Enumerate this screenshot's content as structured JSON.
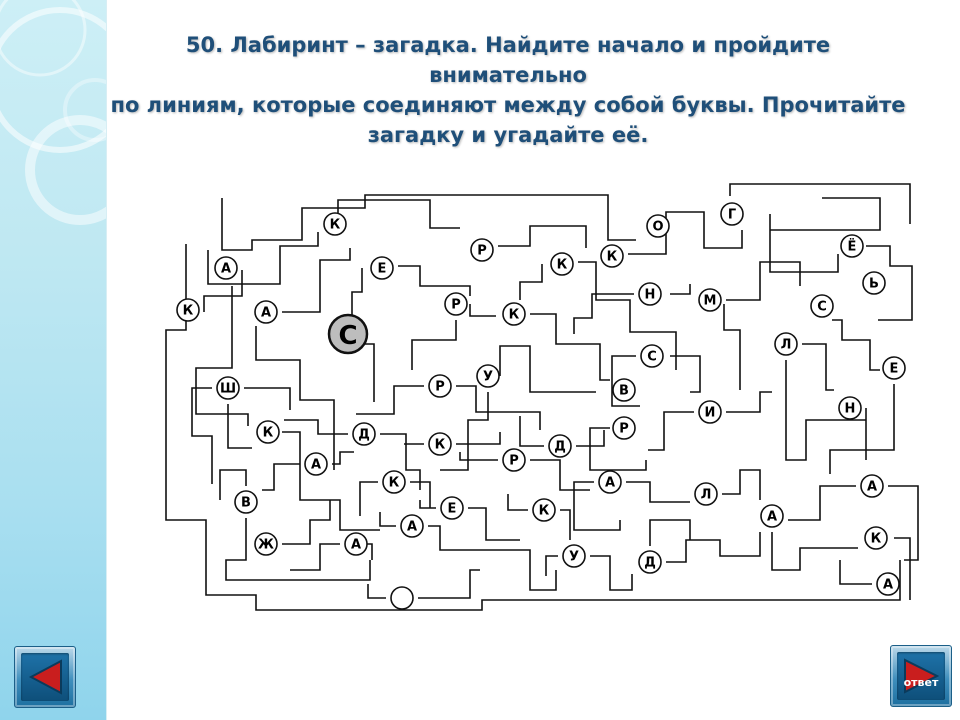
{
  "title": {
    "line1": "50. Лабиринт – загадка. Найдите начало и пройдите внимательно",
    "line2": "по линиям, которые соединяют между собой буквы. Прочитайте",
    "line3": "загадку и угадайте её."
  },
  "maze": {
    "start_letter": "С",
    "letters": [
      "К",
      "А",
      "К",
      "А",
      "Е",
      "Р",
      "Р",
      "К",
      "К",
      "К",
      "О",
      "Г",
      "Ё",
      "Ь",
      "Н",
      "М",
      "С",
      "С",
      "Л",
      "Е",
      "Н",
      "Ш",
      "Р",
      "У",
      "В",
      "И",
      "Р",
      "К",
      "Д",
      "К",
      "Д",
      "Р",
      "А",
      "К",
      "А",
      "В",
      "Е",
      "К",
      "Л",
      "А",
      "А",
      "А",
      "Ж",
      "А",
      "У",
      "Д",
      "К",
      "А"
    ]
  },
  "nav": {
    "back_icon": "back-arrow-icon",
    "answer_label": "ответ",
    "answer_icon": "forward-arrow-icon"
  },
  "colors": {
    "title": "#1f4f79",
    "sidebar": "#bfe8f2",
    "button": "#1d6f9f"
  }
}
